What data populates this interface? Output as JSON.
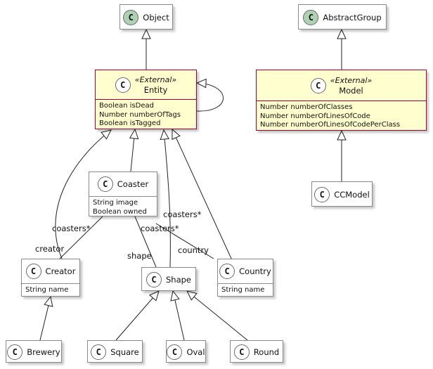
{
  "diagram": {
    "classes": {
      "object": {
        "badge": "C",
        "name": "Object"
      },
      "abstract_group": {
        "badge": "C",
        "name": "AbstractGroup"
      },
      "entity": {
        "badge": "C",
        "stereotype": "«External»",
        "name": "Entity",
        "attributes": [
          "Boolean isDead",
          "Number numberOfTags",
          "Boolean isTagged"
        ]
      },
      "model": {
        "badge": "C",
        "stereotype": "«External»",
        "name": "Model",
        "attributes": [
          "Number numberOfClasses",
          "Number numberOfLinesOfCode",
          "Number numberOfLinesOfCodePerClass"
        ]
      },
      "coaster": {
        "badge": "C",
        "name": "Coaster",
        "attributes": [
          "String image",
          "Boolean owned"
        ]
      },
      "ccmodel": {
        "badge": "C",
        "name": "CCModel"
      },
      "creator": {
        "badge": "C",
        "name": "Creator",
        "attributes": [
          "String name"
        ]
      },
      "shape": {
        "badge": "C",
        "name": "Shape"
      },
      "country": {
        "badge": "C",
        "name": "Country",
        "attributes": [
          "String name"
        ]
      },
      "brewery": {
        "badge": "C",
        "name": "Brewery"
      },
      "square": {
        "badge": "C",
        "name": "Square"
      },
      "oval": {
        "badge": "C",
        "name": "Oval"
      },
      "round": {
        "badge": "C",
        "name": "Round"
      }
    },
    "labels": {
      "coasters_creator": "coasters*",
      "creator_role": "creator",
      "coasters_shape": "coasters*",
      "shape_role": "shape",
      "coasters_country": "coasters*",
      "country_role": "country"
    },
    "colors": {
      "external_fill": "#fefece",
      "external_border": "#a80036",
      "class_border": "#8a8a8a",
      "badge_class": "#ffffff",
      "badge_spot": "#add1b2",
      "line": "#222222"
    }
  }
}
